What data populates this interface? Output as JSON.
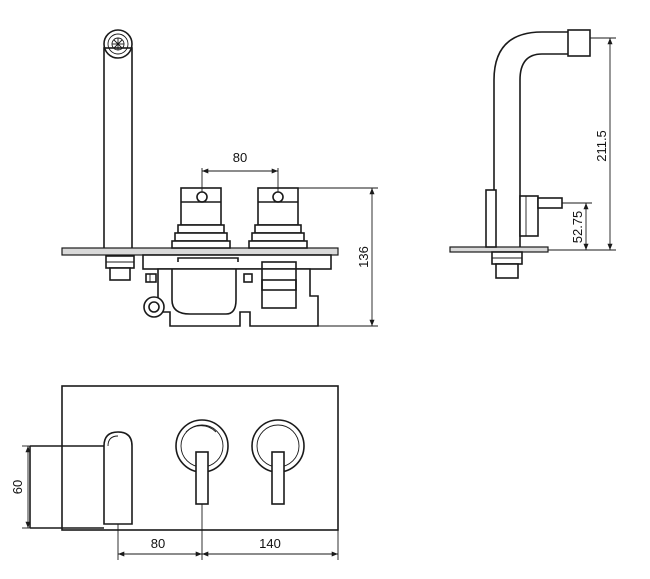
{
  "dimensions": {
    "front_handle_spacing": "80",
    "front_height": "136",
    "side_height_total": "211.5",
    "side_height_lower": "52.75",
    "plan_height": "60",
    "plan_spout_offset": "80",
    "plan_plate_offset": "140"
  },
  "colors": {
    "line": "#1a1a1a",
    "plate_fill": "#d9d9d9",
    "background": "#ffffff"
  }
}
